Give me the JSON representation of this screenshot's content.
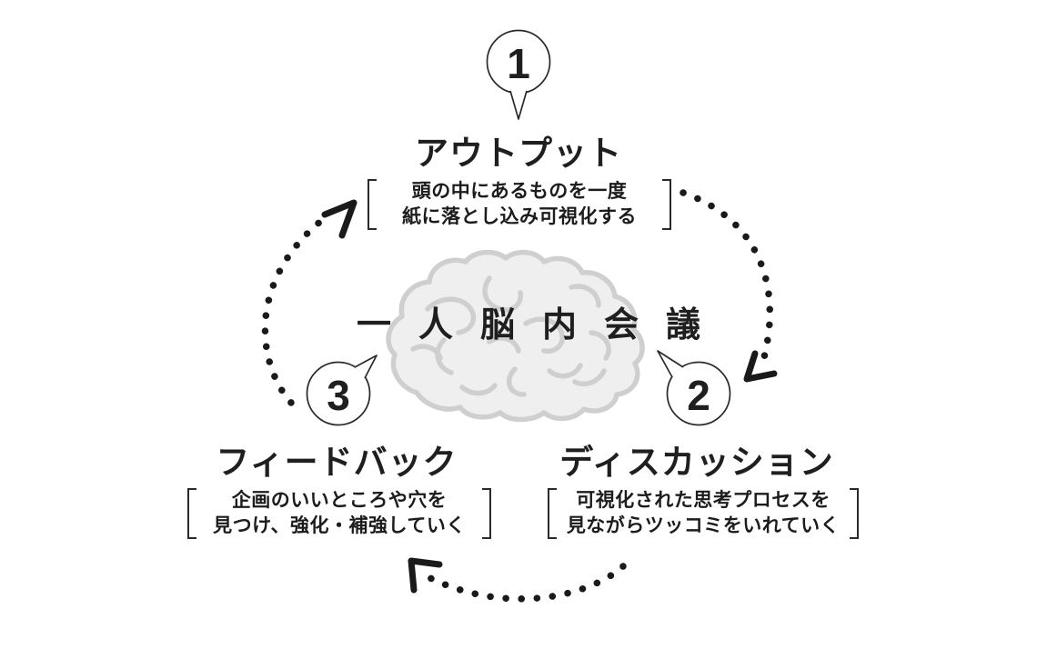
{
  "diagram": {
    "center": {
      "title": "一人脳内会議",
      "illustration": "brain-doodle"
    },
    "steps": [
      {
        "number": "1",
        "title": "アウトプット",
        "description_line1": "頭の中にあるものを一度",
        "description_line2": "紙に落とし込み可視化する"
      },
      {
        "number": "2",
        "title": "ディスカッション",
        "description_line1": "可視化された思考プロセスを",
        "description_line2": "見ながらツッコミをいれていく"
      },
      {
        "number": "3",
        "title": "フィードバック",
        "description_line1": "企画のいいところや穴を",
        "description_line2": "見つけ、強化・補強していく"
      }
    ],
    "arrows": [
      {
        "from": "1",
        "to": "2",
        "style": "dotted-arc"
      },
      {
        "from": "2",
        "to": "3",
        "style": "dotted-arc"
      },
      {
        "from": "3",
        "to": "1",
        "style": "dotted-arc"
      }
    ],
    "colors": {
      "text": "#1f1f1f",
      "arrow": "#1a1a1a",
      "brain_fill": "#efefef",
      "brain_stroke": "#cfcfcf",
      "background": "#ffffff"
    }
  }
}
